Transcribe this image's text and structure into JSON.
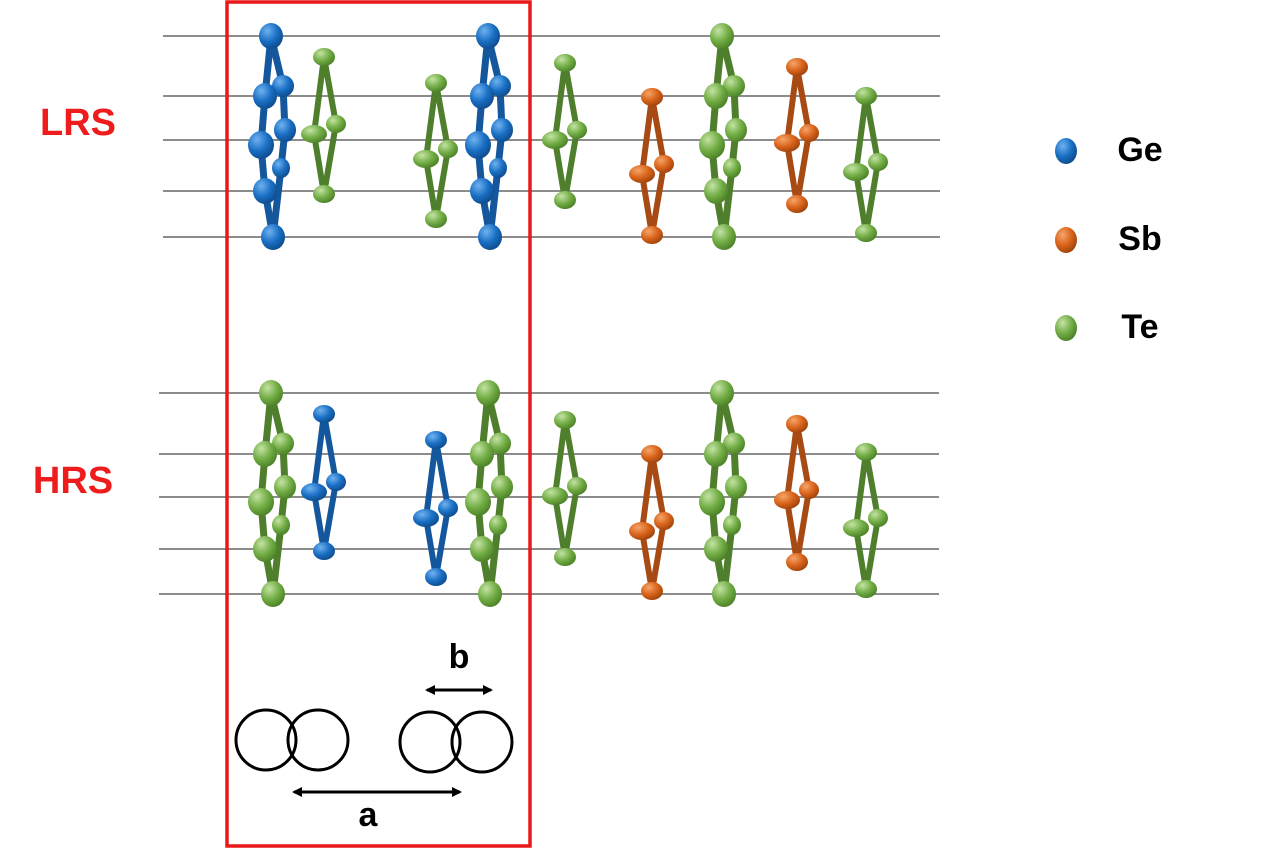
{
  "labels": {
    "lrs": "LRS",
    "hrs": "HRS",
    "a": "a",
    "b": "b"
  },
  "legend": [
    {
      "symbol": "Ge",
      "color": "#1a6fc4"
    },
    {
      "symbol": "Sb",
      "color": "#d9631a"
    },
    {
      "symbol": "Te",
      "color": "#72ad45"
    }
  ],
  "colors": {
    "label_red": "#ee1c1c",
    "highlight_box": "#e81818",
    "layer_line": "#8c8c8c",
    "Ge": "#1a6fc4",
    "Ge_bond": "#15579d",
    "Sb": "#d9631a",
    "Sb_bond": "#a84a14",
    "Te": "#72ad45",
    "Te_bond": "#4f7f2c"
  },
  "states": [
    {
      "name": "LRS",
      "sequence": [
        "Ge",
        "Te",
        "Te",
        "Ge",
        "Te",
        "Sb",
        "Te",
        "Sb",
        "Te"
      ]
    },
    {
      "name": "HRS",
      "sequence": [
        "Te",
        "Ge",
        "Ge",
        "Te",
        "Te",
        "Sb",
        "Te",
        "Sb",
        "Te"
      ]
    }
  ]
}
